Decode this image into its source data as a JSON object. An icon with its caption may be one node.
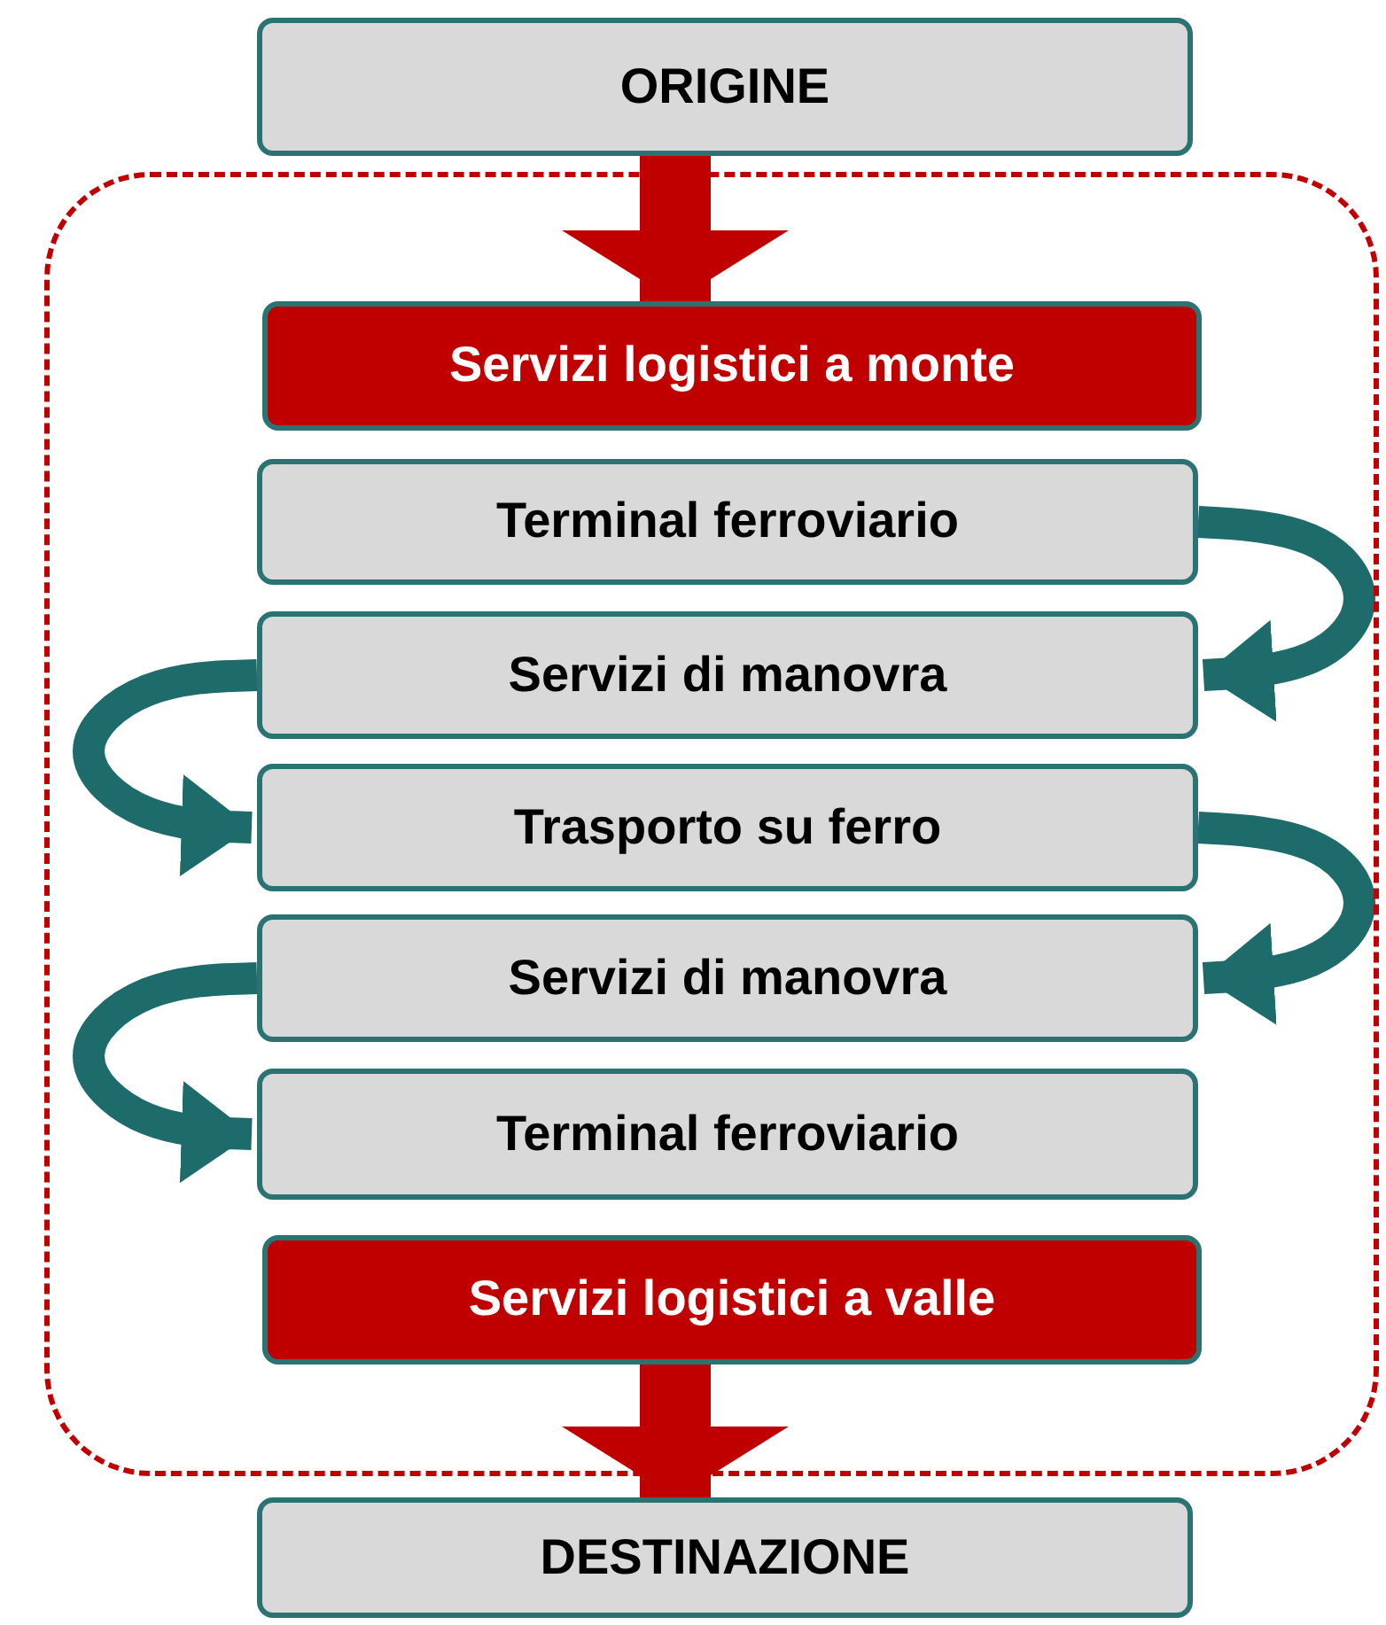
{
  "diagram": {
    "nodes": [
      {
        "text": [
          "ORIGINE"
        ]
      },
      {
        "text": [],
        "shape": "box"
      },
      {
        "text": [
          "Servizi logistici a monte"
        ],
        "in": 1
      },
      {
        "text": [
          "Terminal ferroviario"
        ],
        "in": 1
      },
      {
        "text": [
          "Servizi di manovra"
        ],
        "in": 1
      },
      {
        "text": [
          "Trasporto su ferro"
        ],
        "in": 1
      },
      {
        "text": [
          "Servizi di manovra"
        ],
        "in": 1
      },
      {
        "text": [
          "Terminal ferroviario"
        ],
        "in": 1
      },
      {
        "text": [
          "Servizi logistici a valle"
        ],
        "in": 1
      },
      {
        "text": [
          "DESTINAZIONE"
        ]
      }
    ],
    "edges": [
      {
        "from": 0,
        "to": 2,
        "arrow": "to",
        "style": "thick",
        "color": "#c00000"
      },
      {
        "from": 3,
        "to": 4,
        "arrow": "to"
      },
      {
        "from": 4,
        "to": 5,
        "arrow": "to"
      },
      {
        "from": 5,
        "to": 6,
        "arrow": "to"
      },
      {
        "from": 6,
        "to": 7,
        "arrow": "to"
      },
      {
        "from": 8,
        "to": 9,
        "arrow": "to",
        "style": "thick",
        "color": "#c00000"
      }
    ]
  }
}
